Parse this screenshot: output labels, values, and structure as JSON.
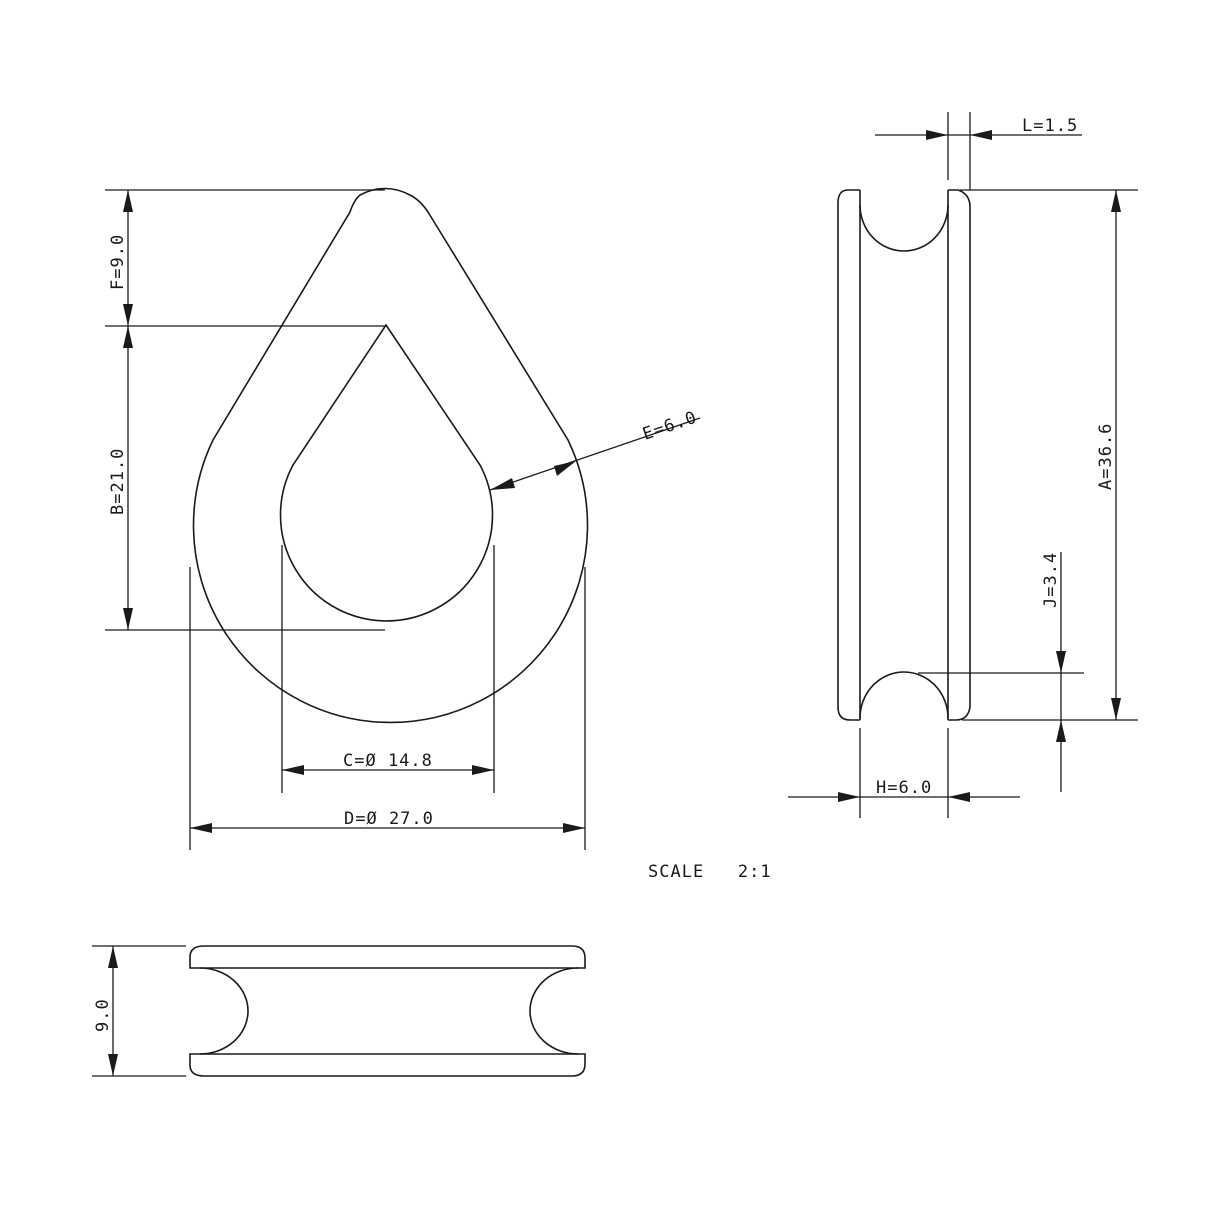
{
  "drawing": {
    "title": "Wire rope thimble - technical drawing",
    "scale_label": "SCALE   2:1",
    "stroke_color": "#1a1a1a",
    "background": "#ffffff"
  },
  "front_view": {
    "dimensions": {
      "F": "F=9.0",
      "B": "B=21.0",
      "E": "E=6.0",
      "C": "C=Ø 14.8",
      "D": "D=Ø 27.0"
    }
  },
  "side_view": {
    "dimensions": {
      "L": "L=1.5",
      "A": "A=36.6",
      "J": "J=3.4",
      "H": "H=6.0"
    }
  },
  "bottom_view": {
    "dimensions": {
      "height": "9.0"
    }
  }
}
